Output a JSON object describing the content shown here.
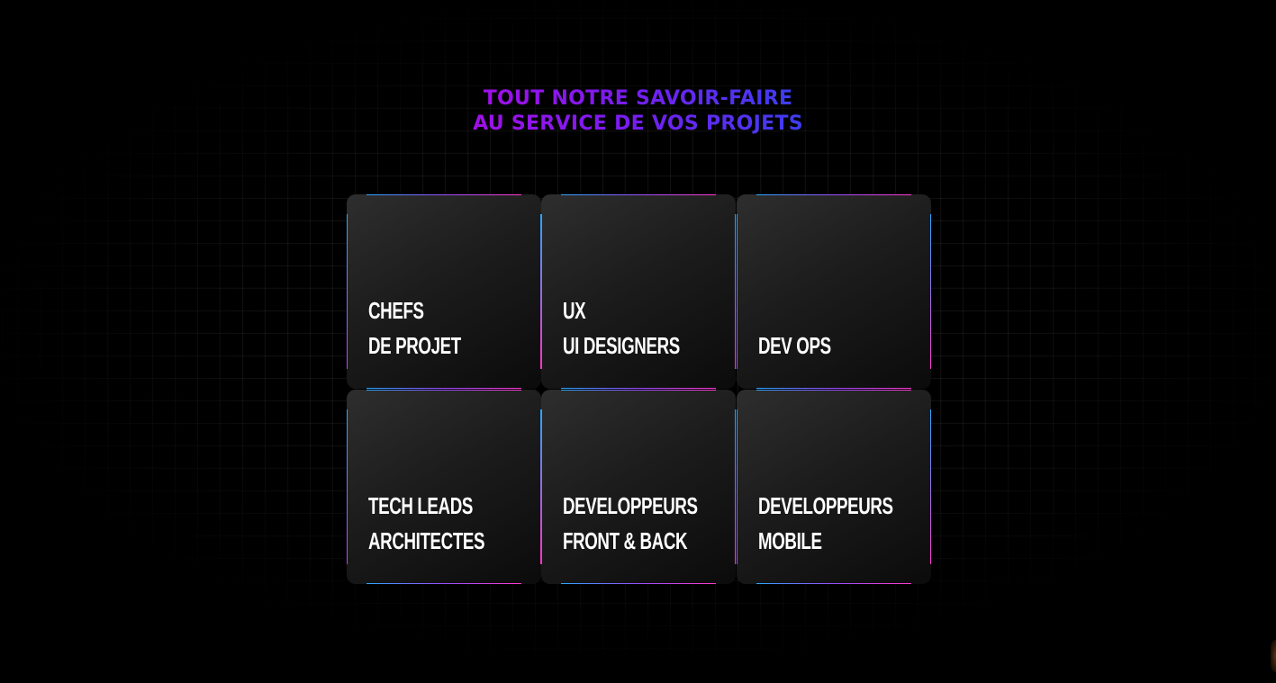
{
  "headline": {
    "line1": "TOUT NOTRE SAVOIR-FAIRE",
    "line2": "AU SERVICE DE VOS PROJETS"
  },
  "colors": {
    "background": "#000000",
    "headline_gradient_start": "#a010e8",
    "headline_gradient_end": "#3d3df0",
    "card_edge_cyan": "#2aa7ff",
    "card_edge_magenta": "#ff3ad0",
    "card_text": "#ffffff"
  },
  "cards": [
    {
      "line1": "CHEFS",
      "line2": "DE PROJET"
    },
    {
      "line1": "UX",
      "line2": "UI DESIGNERS"
    },
    {
      "line1": "",
      "line2": "DEV OPS"
    },
    {
      "line1": "TECH LEADS",
      "line2": "ARCHITECTES"
    },
    {
      "line1": "DEVELOPPEURS",
      "line2": "FRONT & BACK"
    },
    {
      "line1": "DEVELOPPEURS",
      "line2": "MOBILE"
    }
  ]
}
